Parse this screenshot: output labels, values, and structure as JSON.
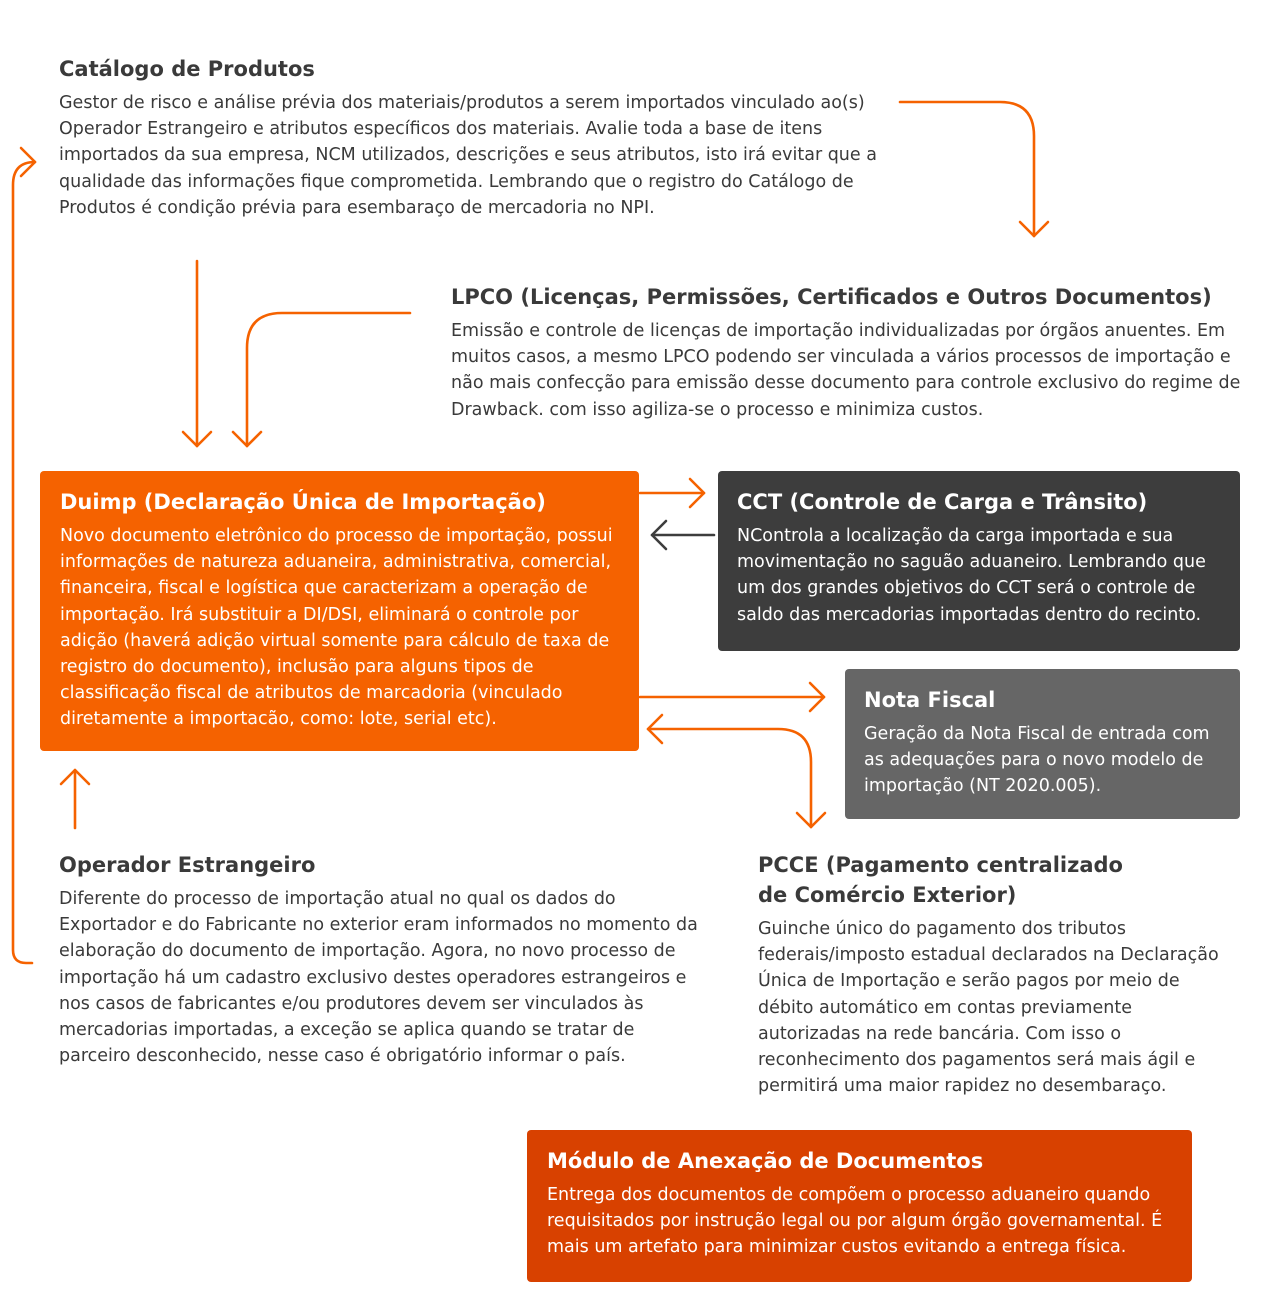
{
  "colors": {
    "accent_orange": "#f56200",
    "module_orange": "#d84100",
    "cct_dark": "#3d3d3d",
    "nota_gray": "#666666",
    "arrow_orange": "#f56200",
    "arrow_dark": "#3d3d3d"
  },
  "nodes": {
    "catalogo": {
      "title": "Catálogo de Produtos",
      "body": "Gestor de risco e análise prévia dos materiais/produtos a serem importados vinculado ao(s) Operador Estrangeiro e atributos específicos dos materiais. Avalie toda a base de itens importados da sua empresa, NCM utilizados, descrições e seus atributos, isto irá evitar que a qualidade das informações fique comprometida. Lembrando que o registro do Catálogo de Produtos é condição prévia para esembaraço de mercadoria no NPI."
    },
    "lpco": {
      "title": "LPCO (Licenças, Permissões, Certificados e Outros Documentos)",
      "body": "Emissão e controle de licenças de importação individualizadas por órgãos anuentes. Em muitos casos, a mesmo LPCO podendo ser vinculada a vários processos de importação e não mais confecção para emissão desse documento para controle exclusivo do regime de Drawback. com isso agiliza-se o processo e minimiza custos."
    },
    "duimp": {
      "title": "Duimp (Declaração Única de Importação)",
      "body": "Novo documento eletrônico do processo de importação, possui informações de natureza aduaneira, administrativa, comercial, financeira, fiscal e logística que caracterizam a operação de importação. Irá substituir a DI/DSI, eliminará o controle por adição (haverá adição virtual somente para cálculo de taxa de registro do documento), inclusão para alguns tipos de classificação fiscal de atributos de marcadoria (vinculado diretamente a importacão, como: lote, serial etc)."
    },
    "cct": {
      "title": "CCT (Controle de Carga e Trânsito)",
      "body": "NControla a localização da carga importada e sua movimentação no saguão aduaneiro. Lembrando que um dos grandes objetivos do CCT será o controle de saldo das mercadorias importadas dentro do recinto."
    },
    "nota": {
      "title": "Nota Fiscal",
      "body": "Geração da Nota Fiscal de entrada com as adequações para o novo modelo de importação (NT 2020.005)."
    },
    "operador": {
      "title": "Operador Estrangeiro",
      "body": "Diferente do processo de importação atual no qual os dados do Exportador e do Fabricante no exterior eram informados no momento da elaboração do documento de importação. Agora, no novo processo de importação há um cadastro exclusivo destes operadores estrangeiros e nos casos de fabricantes e/ou produtores devem ser vinculados às mercadorias importadas, a exceção se aplica quando se tratar de parceiro desconhecido, nesse caso é obrigatório informar o país."
    },
    "pcce": {
      "title_line1": "PCCE (Pagamento centralizado",
      "title_line2": "de Comércio Exterior)",
      "body": "Guinche único do pagamento dos tributos federais/imposto estadual declarados na Declaração Única de Importação e serão pagos por meio de débito automático em contas previamente autorizadas na rede bancária. Com isso o reconhecimento dos pagamentos será mais ágil e permitirá uma maior rapidez no desembaraço."
    },
    "modulo": {
      "title": "Módulo de Anexação de Documentos",
      "body": "Entrega dos documentos de compõem o processo aduaneiro quando requisitados por instrução legal ou por algum órgão governamental. É mais um artefato para minimizar custos evitando a entrega física."
    }
  }
}
